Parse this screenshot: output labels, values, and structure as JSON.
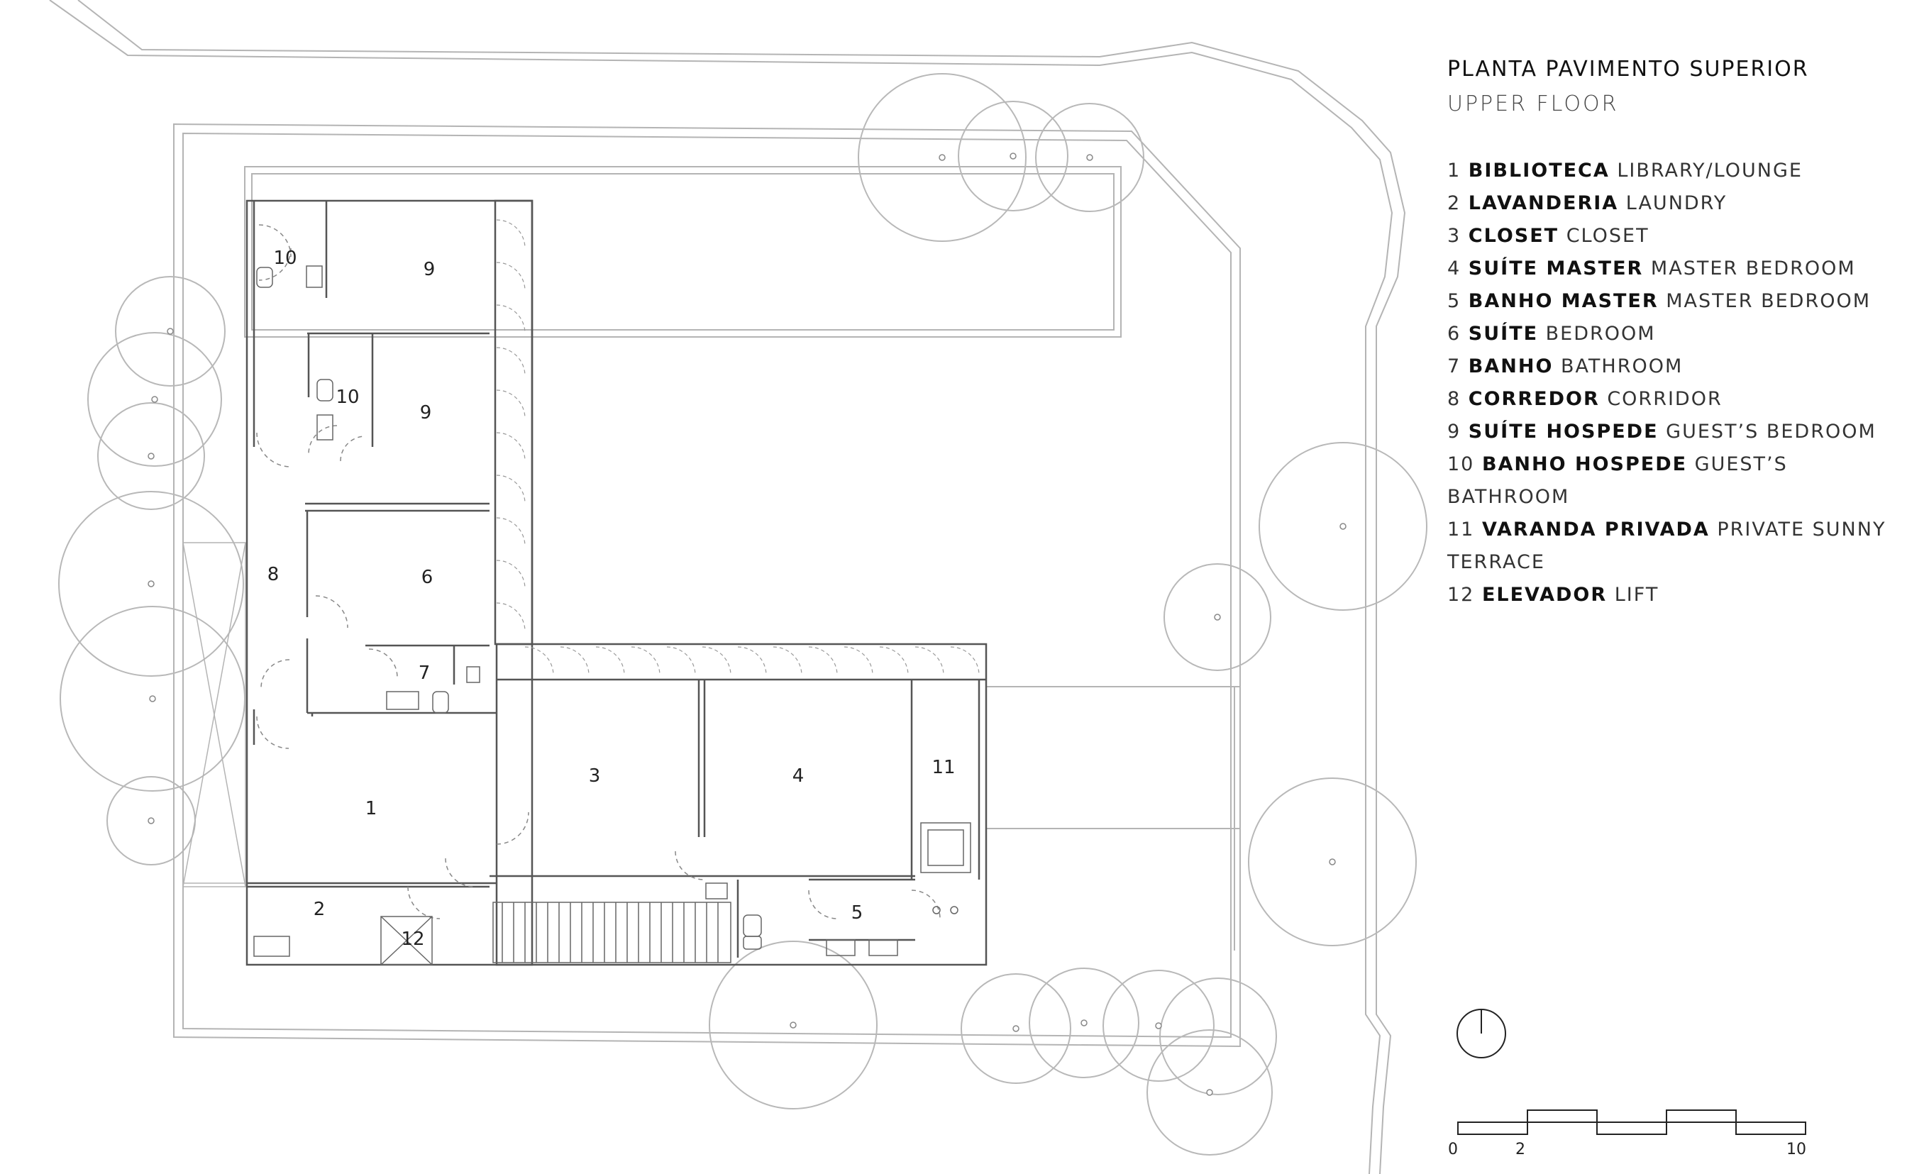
{
  "title": "PLANTA PAVIMENTO SUPERIOR",
  "subtitle": "UPPER FLOOR",
  "legend": [
    {
      "num": "1",
      "pt": "BIBLIOTECA",
      "en": "LIBRARY/LOUNGE"
    },
    {
      "num": "2",
      "pt": "LAVANDERIA",
      "en": "LAUNDRY"
    },
    {
      "num": "3",
      "pt": "CLOSET",
      "en": "CLOSET"
    },
    {
      "num": "4",
      "pt": "SUÍTE MASTER",
      "en": "MASTER BEDROOM"
    },
    {
      "num": "5",
      "pt": "BANHO MASTER",
      "en": "MASTER BEDROOM"
    },
    {
      "num": "6",
      "pt": "SUÍTE",
      "en": "BEDROOM"
    },
    {
      "num": "7",
      "pt": "BANHO",
      "en": "BATHROOM"
    },
    {
      "num": "8",
      "pt": "CORREDOR",
      "en": "CORRIDOR"
    },
    {
      "num": "9",
      "pt": "SUÍTE HOSPEDE",
      "en": "GUEST’S BEDROOM"
    },
    {
      "num": "10",
      "pt": "BANHO HOSPEDE",
      "en": "GUEST’S BATHROOM"
    },
    {
      "num": "11",
      "pt": "VARANDA PRIVADA",
      "en": "PRIVATE SUNNY TERRACE"
    },
    {
      "num": "12",
      "pt": "ELEVADOR",
      "en": "LIFT"
    }
  ],
  "room_labels": [
    "10",
    "9",
    "10",
    "9",
    "8",
    "6",
    "7",
    "1",
    "3",
    "4",
    "11",
    "2",
    "12",
    "5"
  ],
  "scale_labels": [
    "0",
    "2",
    "10"
  ],
  "icons": {
    "north": "north-arrow-icon"
  }
}
